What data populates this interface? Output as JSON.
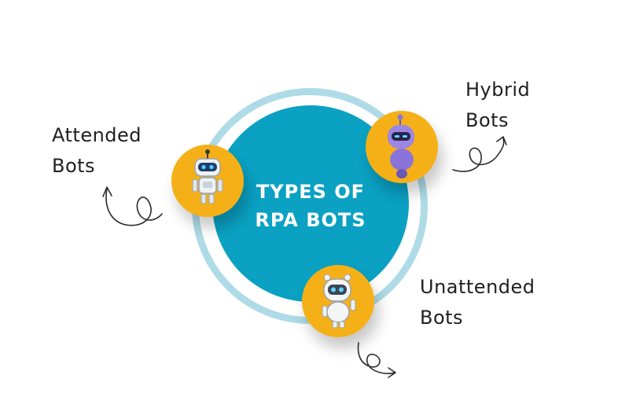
{
  "center": {
    "title_line1": "TYPES OF",
    "title_line2": "RPA BOTS"
  },
  "nodes": [
    {
      "label_line1": "Attended",
      "label_line2": "Bots",
      "icon": "attended-bot-icon"
    },
    {
      "label_line1": "Hybrid",
      "label_line2": "Bots",
      "icon": "hybrid-bot-icon"
    },
    {
      "label_line1": "Unattended",
      "label_line2": "Bots",
      "icon": "unattended-bot-icon"
    }
  ],
  "colors": {
    "center_fill": "#0aa1c3",
    "ring": "#aedbe6",
    "node_fill": "#f5b018",
    "text": "#1f1f1f"
  }
}
